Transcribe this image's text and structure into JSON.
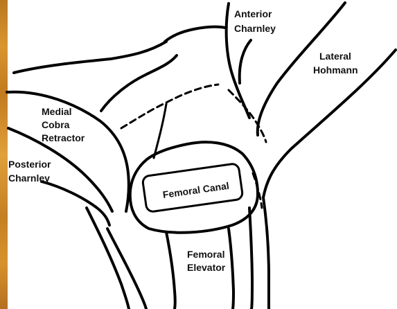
{
  "labels": {
    "anterior_charnley": [
      "Anterior",
      "Charnley"
    ],
    "lateral_hohmann": [
      "Lateral",
      "Hohmann"
    ],
    "medial_cobra": [
      "Medial",
      "Cobra",
      "Retractor"
    ],
    "posterior_charnley": [
      "Posterior",
      "Charnley"
    ],
    "femoral_canal": "Femoral Canal",
    "femoral_elevator": [
      "Femoral",
      "Elevator"
    ]
  },
  "colors": {
    "ink": "#000000",
    "background": "#ffffff",
    "edge_stripe": "#d08a28"
  }
}
